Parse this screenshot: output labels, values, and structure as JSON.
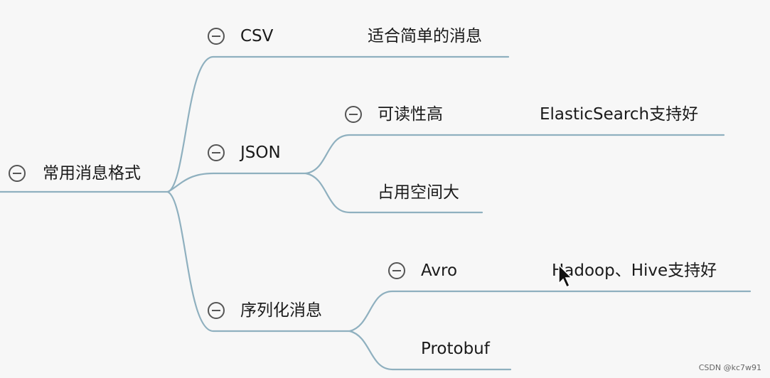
{
  "root": {
    "label": "常用消息格式"
  },
  "branches": {
    "csv": {
      "label": "CSV",
      "note": "适合简单的消息"
    },
    "json": {
      "label": "JSON",
      "children": {
        "readable": {
          "label": "可读性高",
          "note": "ElasticSearch支持好"
        },
        "space": {
          "label": "占用空间大"
        }
      }
    },
    "serial": {
      "label": "序列化消息",
      "children": {
        "avro": {
          "label": "Avro",
          "note": "Hadoop、Hive支持好"
        },
        "protobuf": {
          "label": "Protobuf"
        }
      }
    }
  },
  "colors": {
    "line": "#8fb0bf",
    "background": "#f7f7f7"
  },
  "watermark": "CSDN @kc7w91"
}
